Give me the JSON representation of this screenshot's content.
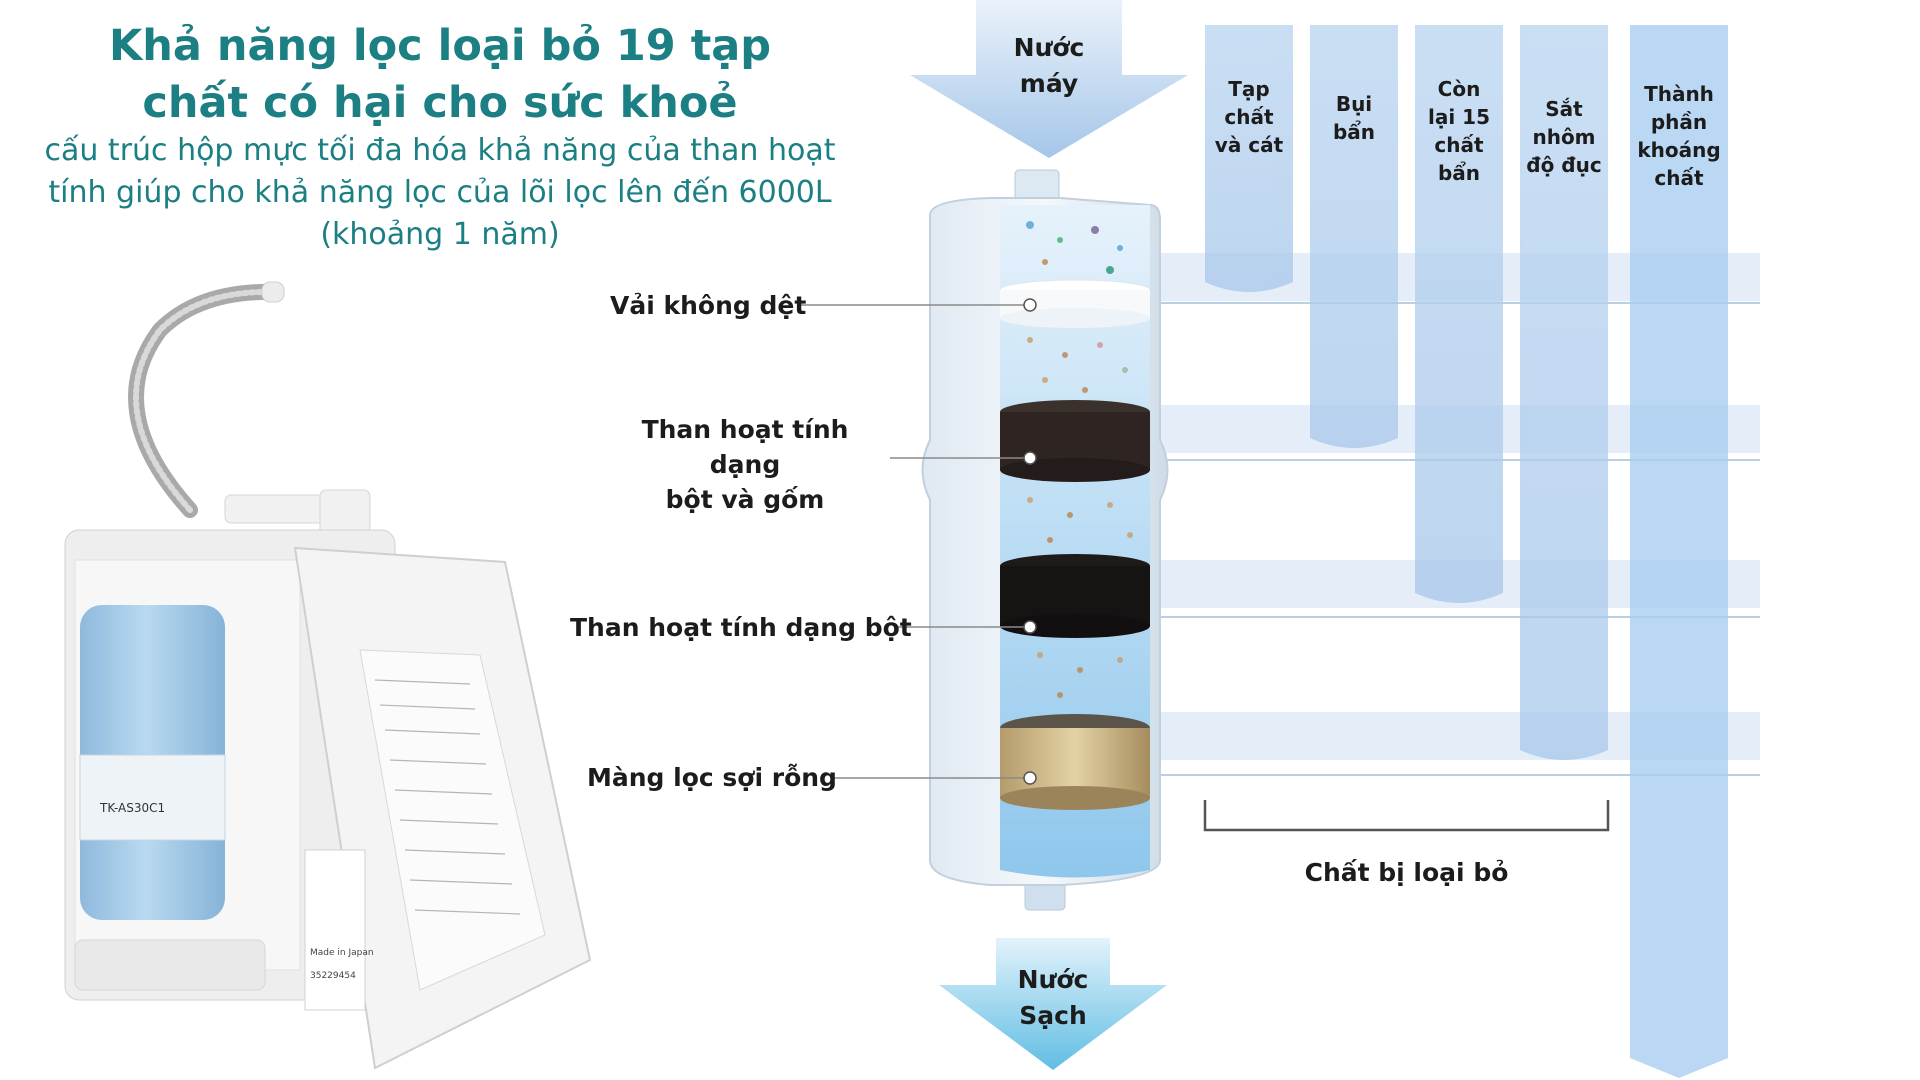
{
  "header": {
    "title_line1": "Khả năng lọc loại bỏ 19 tạp",
    "title_line2": "chất có hại cho sức khoẻ",
    "subtitle_line1": "cấu trúc hộp mực tối đa hóa khả năng của than hoạt",
    "subtitle_line2": "tính giúp cho khả năng lọc của lõi lọc lên đến 6000L",
    "subtitle_line3": "(khoảng 1 năm)"
  },
  "flow": {
    "inlet_line1": "Nước",
    "inlet_line2": "máy",
    "outlet_line1": "Nước",
    "outlet_line2": "Sạch"
  },
  "layers": {
    "layer1": "Vải không dệt",
    "layer2_line1": "Than hoạt tính dạng",
    "layer2_line2": "bột và gốm",
    "layer3": "Than hoạt tính dạng bột",
    "layer4": "Màng lọc sợi rỗng"
  },
  "columns": {
    "col1": [
      "Tạp",
      "chất",
      "và cát"
    ],
    "col2": [
      "Bụi",
      "bẩn"
    ],
    "col3": [
      "Còn",
      "lại 15",
      "chất",
      "bẩn"
    ],
    "col4": [
      "Sắt",
      "nhôm",
      "độ đục"
    ],
    "col5": [
      "Thành",
      "phần",
      "khoáng",
      "chất"
    ]
  },
  "removed_label": "Chất bị loại bỏ",
  "product": {
    "cartridge_model": "TK-AS30C1",
    "made_in": "Made in Japan",
    "serial": "35229454"
  },
  "colors": {
    "title": "#1b7f83",
    "column_blue": "#a8c9ec",
    "arrow_blue": "#9fc3e8",
    "text": "#1c1c1c"
  }
}
